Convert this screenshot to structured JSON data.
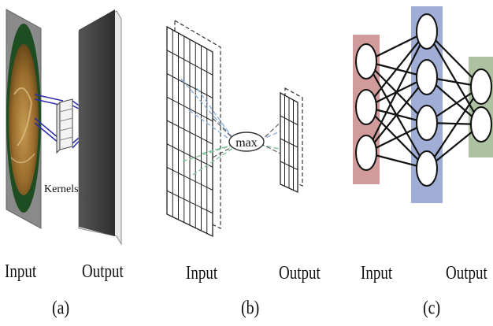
{
  "panels": {
    "a": {
      "kernel_label": "Kernels",
      "input_label": "Input",
      "output_label": "Output",
      "caption": "(a)"
    },
    "b": {
      "op_label": "max",
      "input_label": "Input",
      "output_label": "Output",
      "caption": "(b)"
    },
    "c": {
      "input_label": "Input",
      "output_label": "Output",
      "caption": "(c)",
      "layers": [
        {
          "role": "input",
          "nodes": 3,
          "color": "#c98a8a"
        },
        {
          "role": "hidden",
          "nodes": 4,
          "color": "#8fa0cf"
        },
        {
          "role": "output",
          "nodes": 2,
          "color": "#9db78f"
        }
      ]
    }
  },
  "colors": {
    "output_plane": "#3d3d3d",
    "kernel_rays": "#2c2cb0",
    "pool_blue": "#8fb0d8",
    "pool_green": "#7fc09a"
  }
}
